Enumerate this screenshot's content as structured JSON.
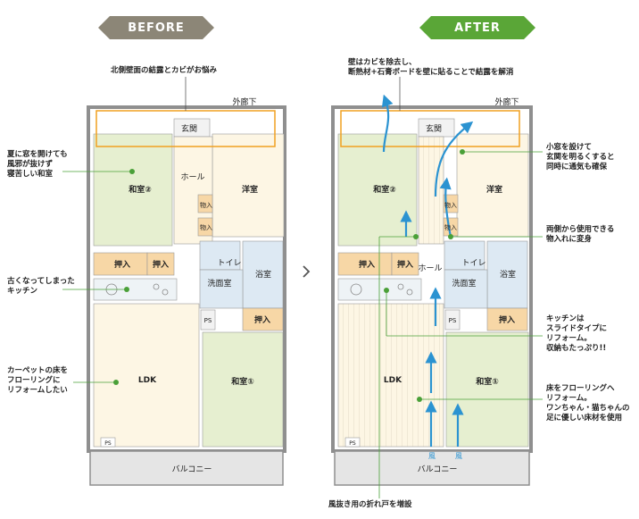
{
  "headers": {
    "before": "BEFORE",
    "after": "AFTER"
  },
  "rooms": {
    "genkan": "玄関",
    "hall": "ホール",
    "washitsu2": "和室②",
    "youshitsu": "洋室",
    "monoire": "物入",
    "oshiire": "押入",
    "toilet": "トイレ",
    "yokushitsu": "浴室",
    "senmenshitsu": "洗面室",
    "ps": "PS",
    "ldk": "LDK",
    "washitsu1": "和室①",
    "balcony": "バルコニー",
    "sotoroka": "外廊下",
    "kaze": "風"
  },
  "before_notes": {
    "north_wall": "北側壁面の結露とカビがお悩み",
    "washitsu": [
      "夏に窓を開けても",
      "風邪が抜けず",
      "寝苦しい和室"
    ],
    "kitchen": [
      "古くなってしまった",
      "キッチン"
    ],
    "carpet": [
      "カーペットの床を",
      "フローリングに",
      "リフォームしたい"
    ]
  },
  "after_notes": {
    "wall": [
      "壁はカビを除去し、",
      "断熱材+石膏ボードを壁に貼ることで結露を解消"
    ],
    "window": [
      "小窓を設けて",
      "玄関を明るくすると",
      "同時に通気も確保"
    ],
    "storage": [
      "両側から使用できる",
      "物入れに変身"
    ],
    "kitchen": [
      "キッチンは",
      "スライドタイプに",
      "リフォーム。",
      "収納もたっぷり!!"
    ],
    "floor": [
      "床をフローリングへ",
      "リフォーム。",
      "ワンちゃん・猫ちゃんの",
      "足に優しい床材を使用"
    ],
    "door": "風抜き用の折れ戸を増設"
  },
  "colors": {
    "tatami": "#e6efd0",
    "youshitsu": "#fdf6e4",
    "oshiire": "#f7d7a6",
    "bath": "#dde9f3",
    "wall": "#8f8f8f",
    "arrow": "#2b93d1",
    "annot": "#4aa038",
    "orange": "#f0a020"
  }
}
